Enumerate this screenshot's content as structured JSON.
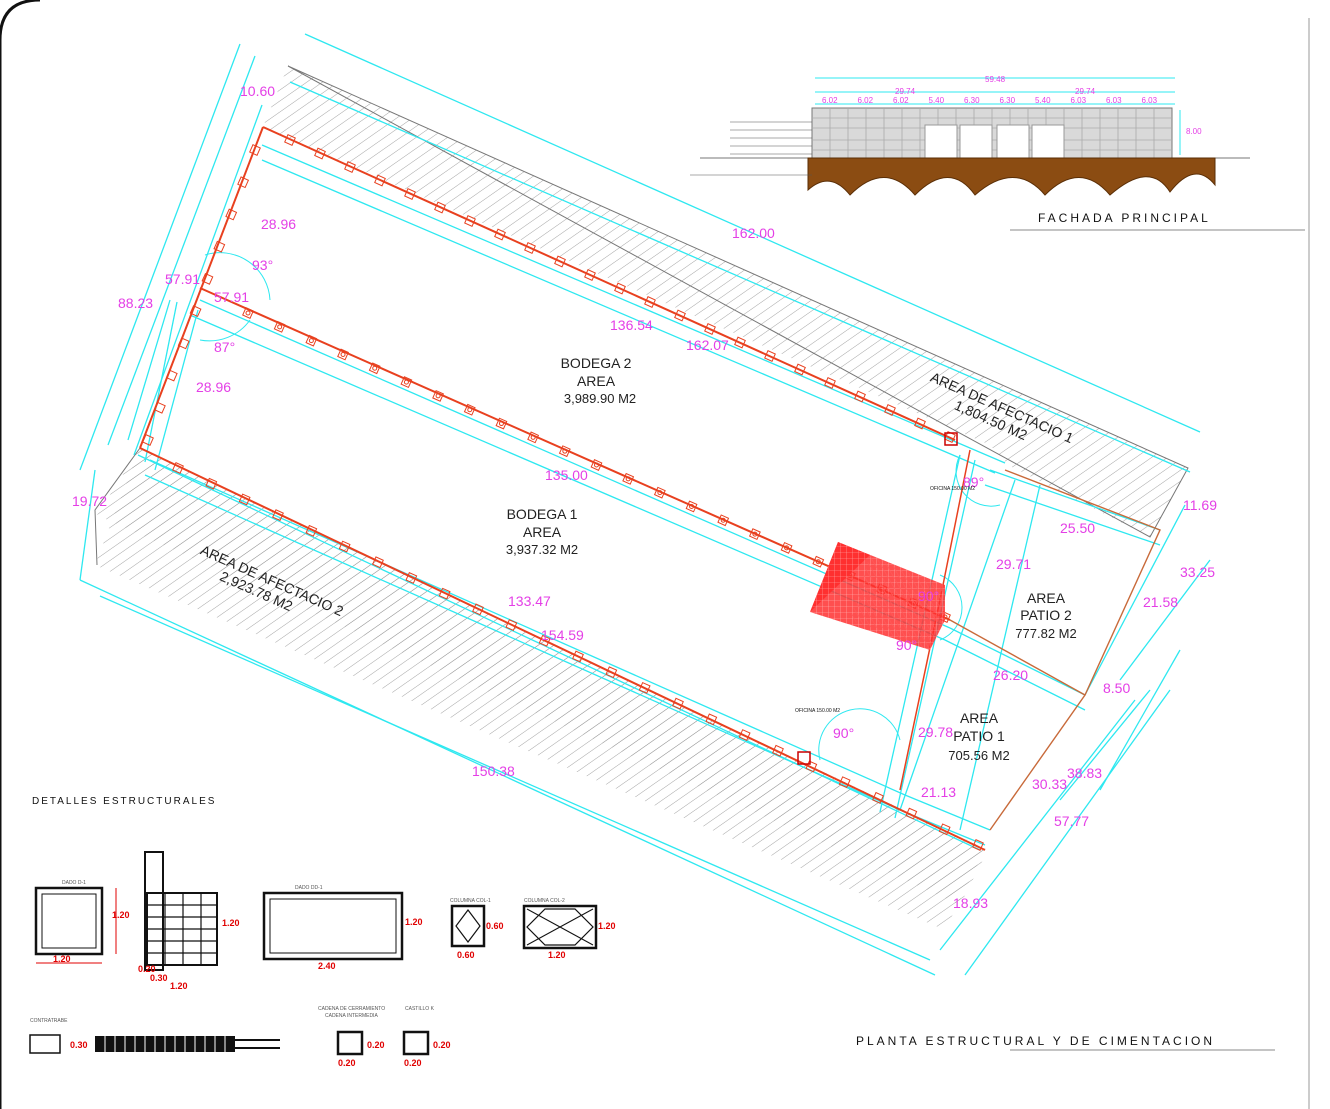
{
  "titles": {
    "fachada": "FACHADA PRINCIPAL",
    "detalles": "DETALLES ESTRUCTURALES",
    "planta": "PLANTA ESTRUCTURAL Y DE CIMENTACION"
  },
  "areas": {
    "bodega2": {
      "name": "BODEGA 2",
      "label": "AREA",
      "value": "3,989.90 M2"
    },
    "bodega1": {
      "name": "BODEGA 1",
      "label": "AREA",
      "value": "3,937.32 M2"
    },
    "afectacion1": {
      "name": "AREA DE AFECTACIO 1",
      "value": "1,804.50 M2"
    },
    "afectacion2": {
      "name": "AREA DE AFECTACIO  2",
      "value": "2,923.78 M2"
    },
    "patio2": {
      "label": "AREA",
      "name": "PATIO 2",
      "value": "777.82 M2"
    },
    "patio1": {
      "label": "AREA",
      "name": "PATIO 1",
      "value": "705.56 M2"
    }
  },
  "dims": {
    "d10_60": "10.60",
    "d88_23": "88.23",
    "d19_72": "19.72",
    "d57_91a": "57.91",
    "d57_91b": "57.91",
    "d28_96a": "28.96",
    "d28_96b": "28.96",
    "a93": "93°",
    "a87": "87°",
    "d162_00": "162.00",
    "d136_54": "136.54",
    "d162_07": "162.07",
    "d135_00": "135.00",
    "d133_47": "133.47",
    "d154_59": "154.59",
    "d150_38": "150.38",
    "a89": "89°",
    "d25_50": "25.50",
    "d29_71": "29.71",
    "d26_20": "26.20",
    "a90a": "90°",
    "a90b": "90°",
    "a90c": "90°",
    "d29_78": "29.78",
    "d21_13": "21.13",
    "d11_69": "11.69",
    "d33_25": "33.25",
    "d21_58": "21.58",
    "d8_50": "8.50",
    "d30_33": "30.33",
    "d38_83": "38.83",
    "d57_77": "57.77",
    "d18_93": "18.93"
  },
  "facade_dims": {
    "total": "59.48",
    "half_a": "29.74",
    "half_b": "29.74",
    "height": "8.00",
    "bays": [
      "6.02",
      "6.02",
      "6.02",
      "5.40",
      "6.30",
      "6.30",
      "5.40",
      "6.03",
      "6.03",
      "6.03"
    ]
  },
  "details": {
    "dado1": {
      "label": "DADO D-1",
      "w": "1.20",
      "h": "1.20"
    },
    "elev": {
      "w": "1.20",
      "a": "0.20",
      "b": "0.30",
      "h": "1.20"
    },
    "dado2": {
      "label": "DADO DD-1",
      "w": "2.40",
      "h": "1.20"
    },
    "col1": {
      "label": "COLUMNA COL-1",
      "w": "0.60",
      "h": "0.60"
    },
    "col2": {
      "label": "COLUMNA COL-2",
      "w": "1.20",
      "h": "1.20"
    },
    "contratrabe": {
      "label": "CONTRATRABE",
      "h": "0.30"
    },
    "cadena": {
      "label": "CADENA DE CERRAMIENTO",
      "label2": "CADENA INTERMEDIA",
      "w": "0.20",
      "h": "0.20"
    },
    "castillo": {
      "label": "CASTILLO K",
      "w": "0.20",
      "h": "0.20"
    }
  },
  "oficina_notes": {
    "a": "OFICINA 150.00 M2",
    "b": "OFICINA 150.00 M2"
  },
  "colors": {
    "dimension": "#e43fe6",
    "guide": "#2ee8f0",
    "structure": "#e8401f",
    "hatch": "#9a9a9a",
    "soil": "#8b4c12"
  }
}
